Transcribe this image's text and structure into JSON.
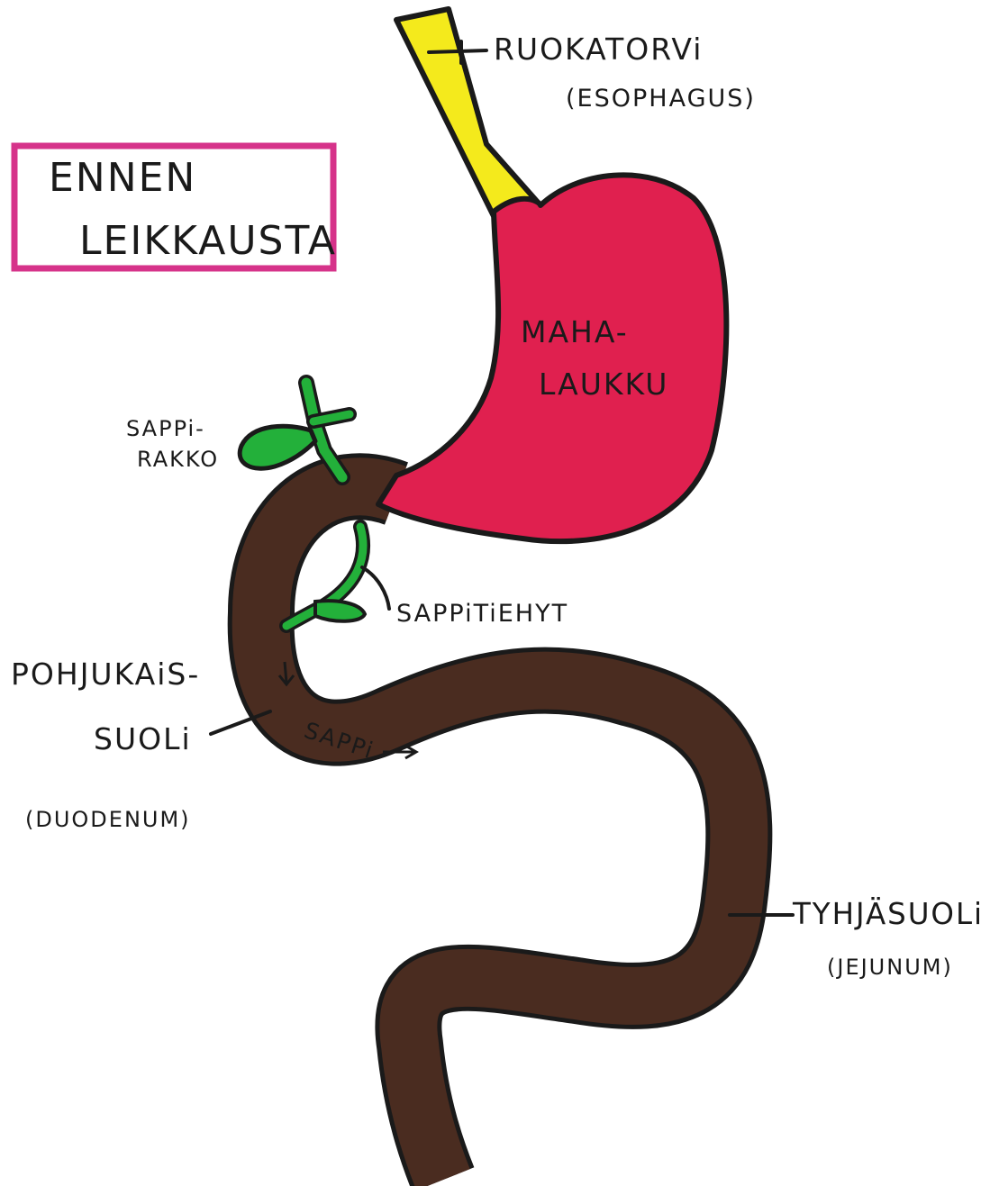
{
  "title_box": {
    "line1": "ENNEN",
    "line2": "LEIKKAUSTA",
    "border_color": "#d6338a"
  },
  "labels": {
    "esophagus": "RUOKATORVi",
    "esophagus_latin": "(ESOPHAGUS)",
    "stomach_line1": "MAHA-",
    "stomach_line2": "LAUKKU",
    "gallbladder_line1": "SAPPi-",
    "gallbladder_line2": "RAKKO",
    "bile_duct": "SAPPiTiEHYT",
    "duodenum_line1": "POHJUKAiS-",
    "duodenum_line2": "SUOLi",
    "duodenum_latin": "(DUODENUM)",
    "bile_flow": "SAPPi",
    "jejunum": "TYHJÄSUOLi",
    "jejunum_latin": "(JEJUNUM)"
  },
  "colors": {
    "esophagus": "#f4ea1c",
    "stomach": "#e0204f",
    "gallbladder": "#23b03a",
    "intestine": "#4a2c20",
    "outline": "#1a1a1a"
  }
}
